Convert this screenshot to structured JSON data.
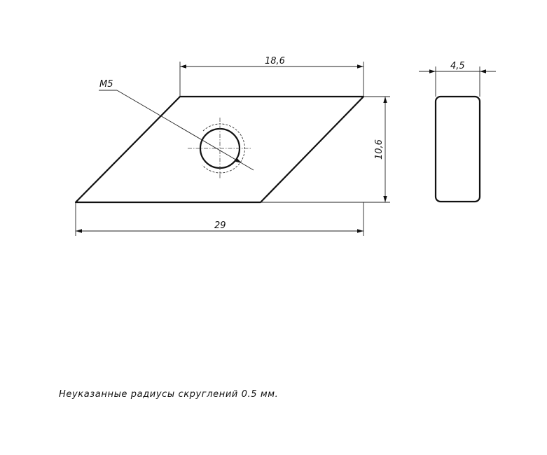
{
  "drawing": {
    "dimensions": {
      "top_width": "18,6",
      "height": "10,6",
      "bottom_width": "29",
      "thickness": "4,5"
    },
    "thread_label": "M5",
    "note": "Неуказанные радиусы скруглений 0.5 мм."
  }
}
